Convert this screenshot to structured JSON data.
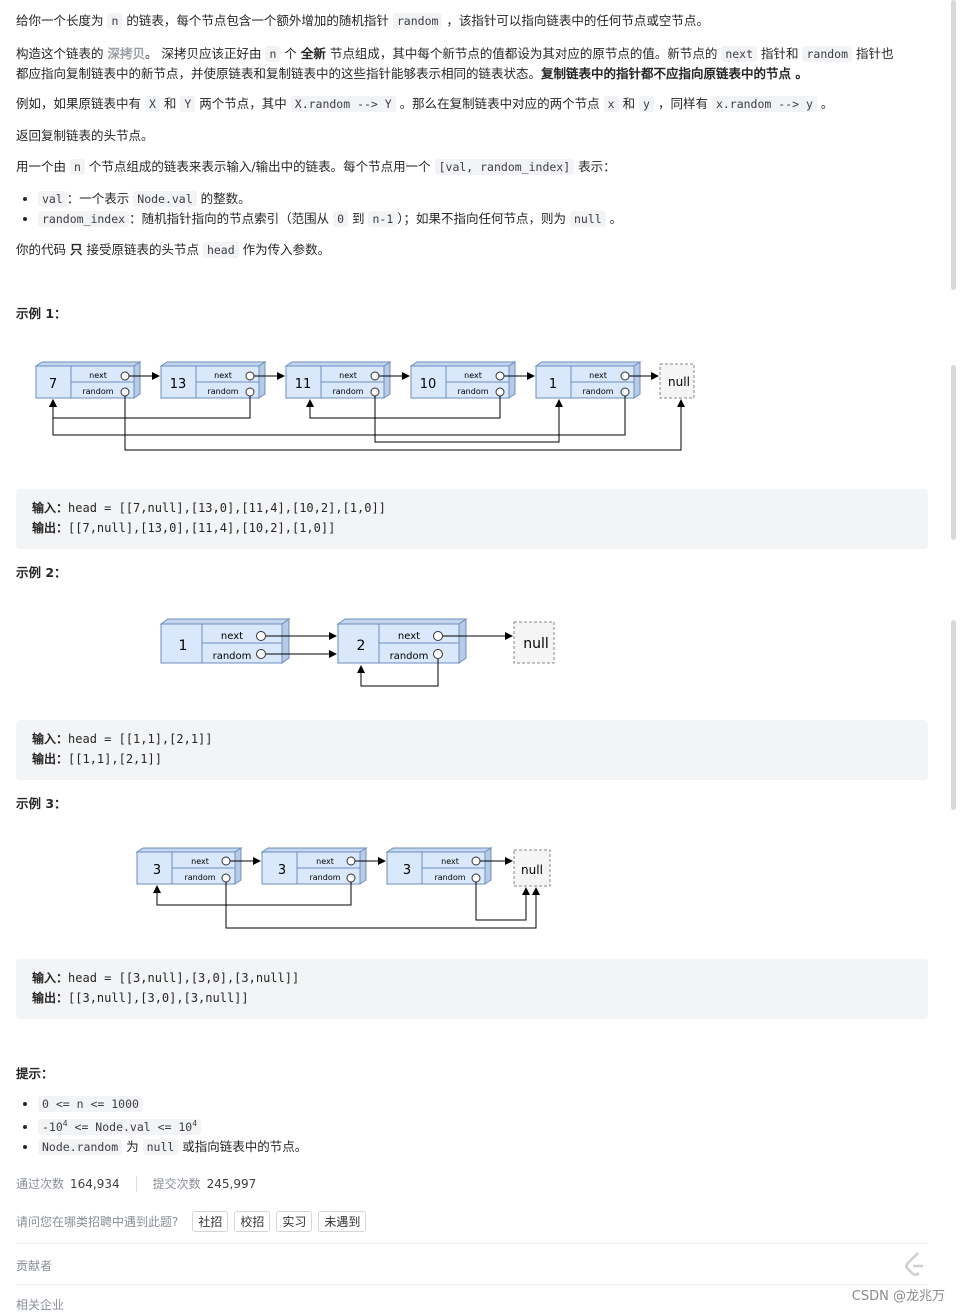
{
  "intro": {
    "p1": [
      "给你一个长度为 ",
      "n",
      " 的链表，每个节点包含一个额外增加的随机指针 ",
      "random",
      " ，该指针可以指向链表中的任何节点或空节点。"
    ],
    "p2a": [
      "构造这个链表的 ",
      "深拷贝",
      "。 深拷贝应该正好由 ",
      "n",
      " 个 ",
      "全新",
      " 节点组成，其中每个新节点的值都设为其对应的原节点的值。新节点的 ",
      "next",
      " 指针和 ",
      "random",
      " 指针也"
    ],
    "p2b": [
      "都应指向复制链表中的新节点，并使原链表和复制链表中的这些指针能够表示相同的链表状态。",
      "复制链表中的指针都不应指向原链表中的节点 ",
      "。"
    ],
    "p3": [
      "例如，如果原链表中有 ",
      "X",
      " 和 ",
      "Y",
      " 两个节点，其中 ",
      "X.random --> Y",
      " 。那么在复制链表中对应的两个节点 ",
      "x",
      " 和 ",
      "y",
      " ，同样有 ",
      "x.random --> y",
      " 。"
    ],
    "p4": "返回复制链表的头节点。",
    "p5": [
      "用一个由 ",
      "n",
      " 个节点组成的链表来表示输入/输出中的链表。每个节点用一个 ",
      "[val, random_index]",
      " 表示："
    ],
    "li1": [
      "val",
      "：一个表示 ",
      "Node.val",
      " 的整数。"
    ],
    "li2": [
      "random_index",
      "：随机指针指向的节点索引（范围从 ",
      "0",
      " 到 ",
      "n-1",
      "）；如果不指向任何节点，则为  ",
      "null",
      " 。"
    ],
    "p6": [
      "你的代码 ",
      "只",
      " 接受原链表的头节点 ",
      "head",
      " 作为传入参数。"
    ]
  },
  "examples": [
    {
      "title": "示例 1：",
      "input_label": "输入：",
      "input": "head = [[7,null],[13,0],[11,4],[10,2],[1,0]]",
      "output_label": "输出：",
      "output": "[[7,null],[13,0],[11,4],[10,2],[1,0]]",
      "nodes": [
        "7",
        "13",
        "11",
        "10",
        "1"
      ]
    },
    {
      "title": "示例 2：",
      "input_label": "输入：",
      "input": "head = [[1,1],[2,1]]",
      "output_label": "输出：",
      "output": "[[1,1],[2,1]]",
      "nodes": [
        "1",
        "2"
      ]
    },
    {
      "title": "示例 3：",
      "input_label": "输入：",
      "input": "head = [[3,null],[3,0],[3,null]]",
      "output_label": "输出：",
      "output": "[[3,null],[3,0],[3,null]]",
      "nodes": [
        "3",
        "3",
        "3"
      ]
    }
  ],
  "diagram_labels": {
    "next": "next",
    "random": "random",
    "null": "null"
  },
  "hints": {
    "title": "提示：",
    "h1": "0 <= n <= 1000",
    "h2a": "-10",
    "h2sup1": "4",
    "h2b": " <= Node.val <= 10",
    "h2sup2": "4",
    "h3a": "Node.random",
    "h3b": " 为 ",
    "h3c": "null",
    "h3d": " 或指向链表中的节点。"
  },
  "stats": {
    "passed_label": "通过次数",
    "passed": "164,934",
    "submitted_label": "提交次数",
    "submitted": "245,997"
  },
  "survey": {
    "question": "请问您在哪类招聘中遇到此题?",
    "options": [
      "社招",
      "校招",
      "实习",
      "未遇到"
    ]
  },
  "contributors_label": "贡献者",
  "companies_label": "相关企业",
  "watermark": "CSDN @龙兆万",
  "colors": {
    "node_fill": "#dae8fc",
    "node_stroke": "#6c8ebf",
    "null_fill": "#f5f5f5",
    "line": "#000000"
  }
}
